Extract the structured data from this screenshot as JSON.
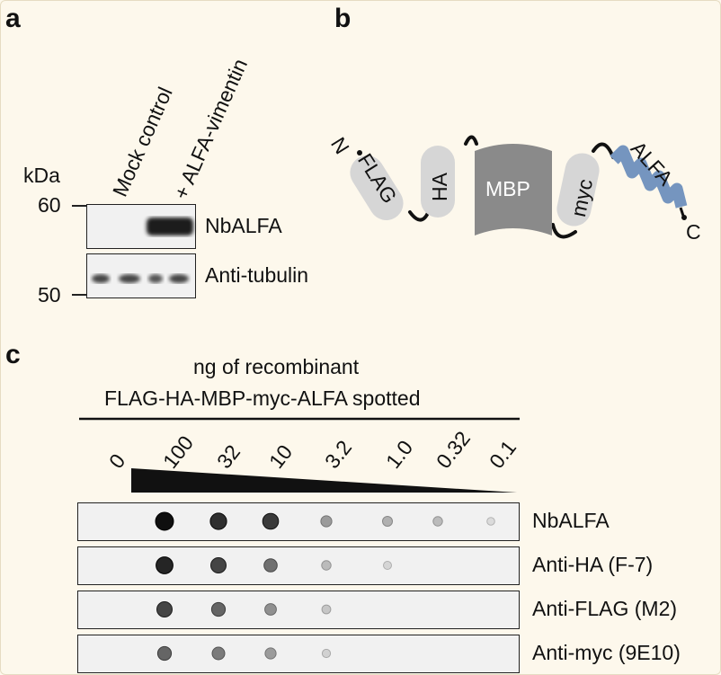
{
  "panels": {
    "a": {
      "letter": "a",
      "kda_label": "kDa",
      "markers": [
        "60",
        "50"
      ],
      "lanes": [
        "Mock control",
        "+ ALFA-vimentin"
      ],
      "blots": [
        "NbALFA",
        "Anti-tubulin"
      ]
    },
    "b": {
      "letter": "b",
      "n_term": "N",
      "c_term": "C",
      "domains": [
        "FLAG",
        "HA",
        "MBP",
        "myc",
        "ALFA"
      ]
    },
    "c": {
      "letter": "c",
      "title_line1": "ng of recombinant",
      "title_line2": "FLAG-HA-MBP-myc-ALFA spotted",
      "amounts": [
        "0",
        "100",
        "32",
        "10",
        "3.2",
        "1.0",
        "0.32",
        "0.1"
      ],
      "rows": [
        "NbALFA",
        "Anti-HA (F-7)",
        "Anti-FLAG (M2)",
        "Anti-myc (9E10)"
      ],
      "signal": [
        [
          0,
          1.0,
          0.85,
          0.8,
          0.35,
          0.25,
          0.2,
          0.05
        ],
        [
          0,
          0.9,
          0.75,
          0.55,
          0.2,
          0.08,
          0,
          0
        ],
        [
          0,
          0.75,
          0.6,
          0.4,
          0.15,
          0,
          0,
          0
        ],
        [
          0,
          0.6,
          0.5,
          0.35,
          0.1,
          0,
          0,
          0
        ]
      ]
    }
  },
  "colors": {
    "background": "#fdf8ec",
    "mbp": "#8a8a8a",
    "tag": "#d6d6d6",
    "alfa": "#7595bf",
    "linker": "#111111"
  }
}
